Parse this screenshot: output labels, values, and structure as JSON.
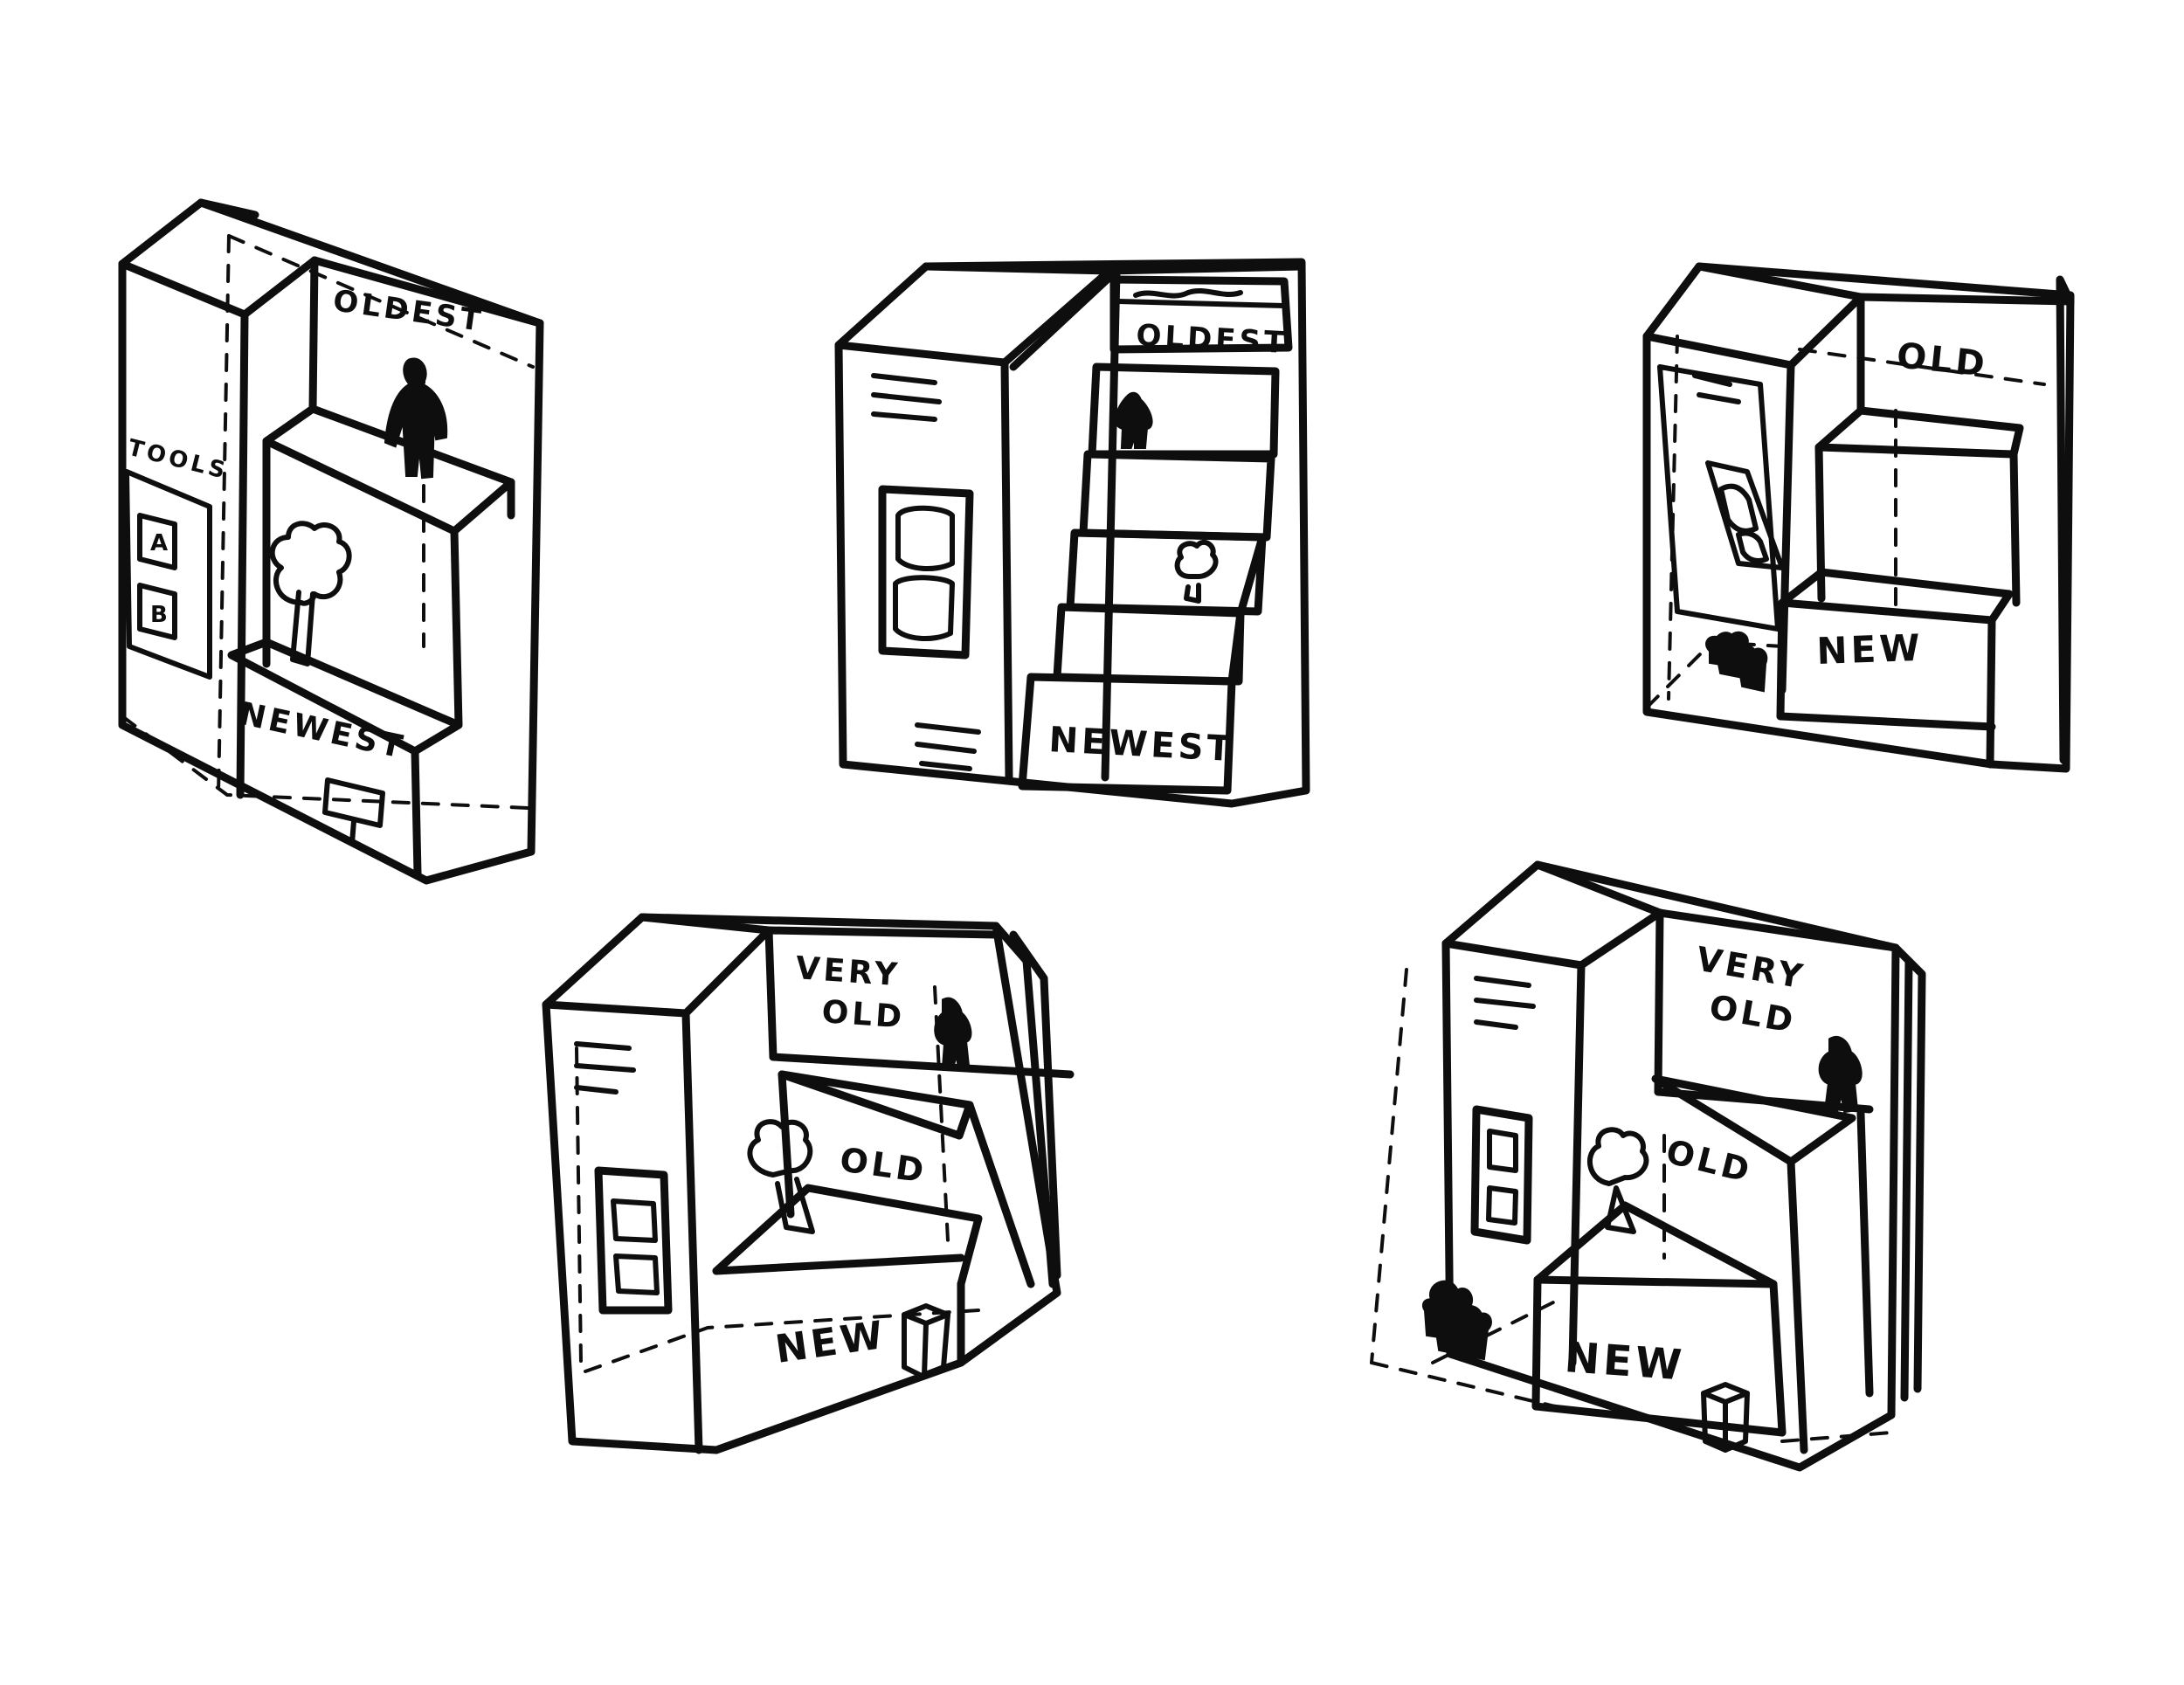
{
  "sketches": {
    "one": {
      "top_label": "OLDEST",
      "bottom_label": "NEWEST",
      "side_label": "TOOLS",
      "door_a": "A",
      "door_b": "B"
    },
    "two": {
      "top_label": "OLDEST",
      "bottom_label": "NEWEST"
    },
    "three": {
      "top_label": "OLD",
      "bottom_label": "NEW"
    },
    "four": {
      "top_label_line1": "VERY",
      "top_label_line2": "OLD",
      "middle_label": "OLD",
      "bottom_label": "NEW"
    },
    "five": {
      "top_label_line1": "VERY",
      "top_label_line2": "OLD",
      "middle_label": "OLD",
      "bottom_label": "NEW"
    }
  },
  "colors": {
    "ink": "#0e0e0e",
    "paper": "#ffffff"
  }
}
